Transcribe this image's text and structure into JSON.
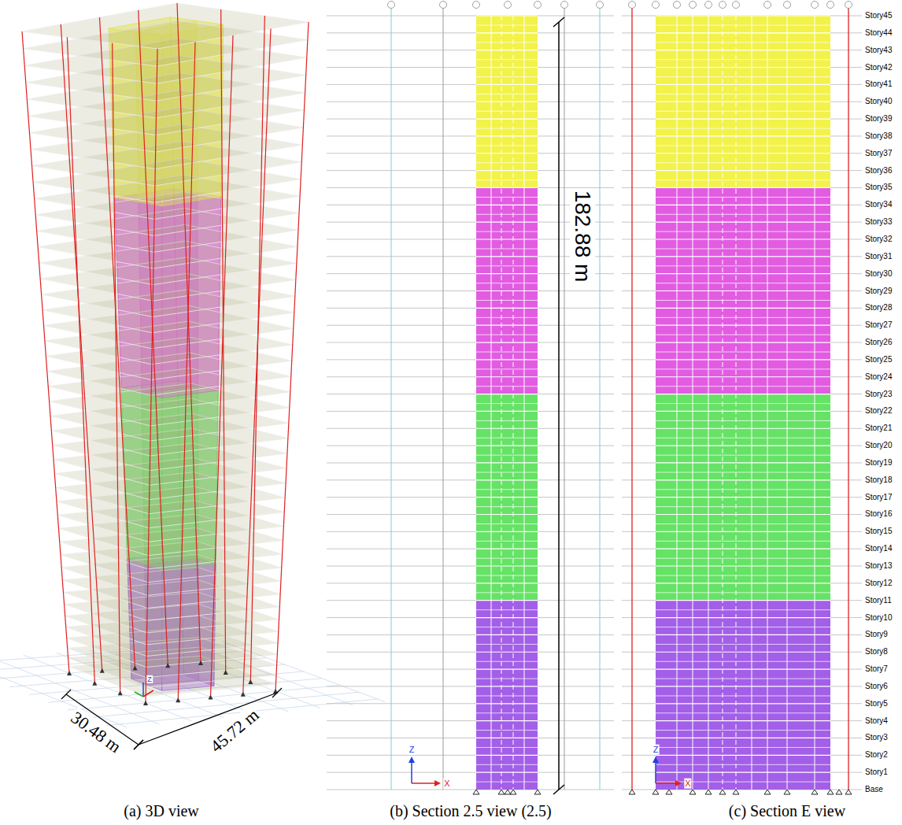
{
  "diagram": {
    "labels": [
      "30.48 m",
      "45.72 m",
      "(a) 3D view",
      "182.88 m",
      "(b) Section 2.5 view (2.5)",
      "(c) Section E view",
      "Z",
      "Z",
      "X",
      "Z",
      "X",
      "Story45",
      "Story44",
      "Story43",
      "Story42",
      "Story41",
      "Story40",
      "Story39",
      "Story38",
      "Story37",
      "Story36",
      "Story35",
      "Story34",
      "Story33",
      "Story32",
      "Story31",
      "Story30",
      "Story29",
      "Story28",
      "Story27",
      "Story26",
      "Story25",
      "Story24",
      "Story23",
      "Story22",
      "Story21",
      "Story20",
      "Story19",
      "Story18",
      "Story17",
      "Story16",
      "Story15",
      "Story14",
      "Story13",
      "Story12",
      "Story11",
      "Story10",
      "Story9",
      "Story8",
      "Story7",
      "Story6",
      "Story5",
      "Story4",
      "Story3",
      "Story2",
      "Story1",
      "Base"
    ]
  }
}
